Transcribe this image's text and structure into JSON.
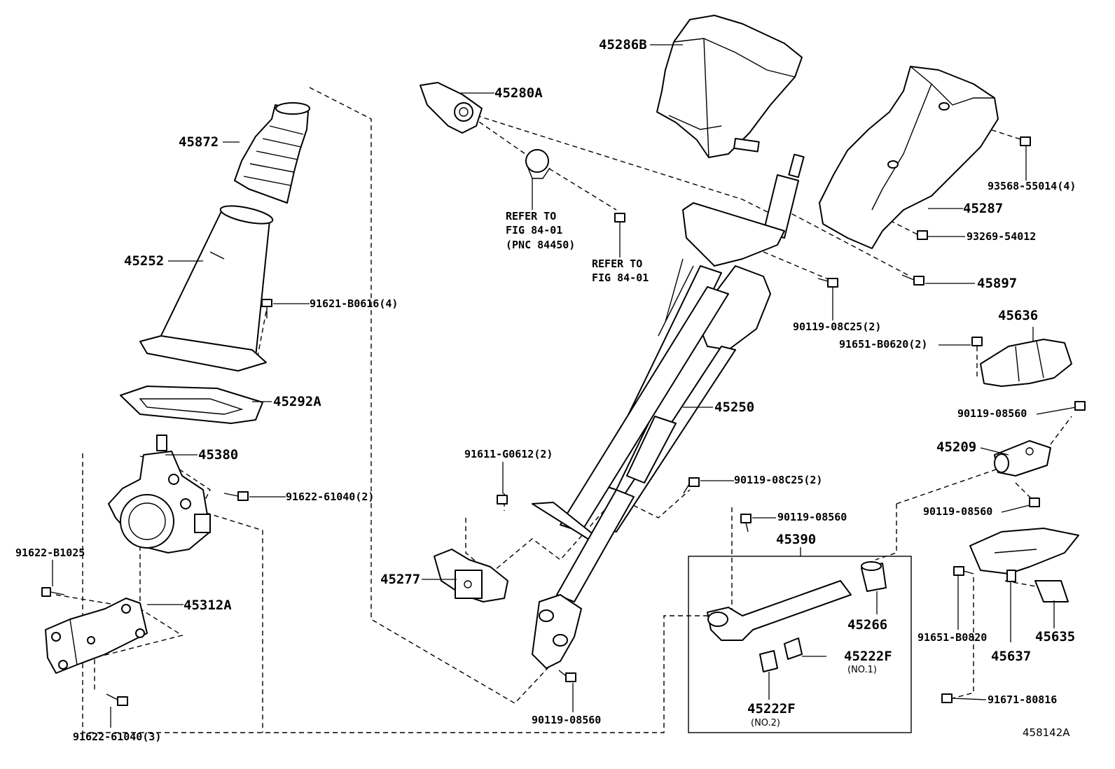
{
  "callouts": {
    "p45286b": "45286B",
    "p45280a": "45280A",
    "p45872": "45872",
    "p45252": "45252",
    "p91621_b0616": "91621-B0616(4)",
    "p45292a": "45292A",
    "p45380": "45380",
    "p91622_61040_2": "91622-61040(2)",
    "p91622_b1025": "91622-B1025",
    "p45312a": "45312A",
    "p91622_61040_3": "91622-61040(3)",
    "refer1_line1": "REFER TO",
    "refer1_line2": "FIG 84-01",
    "refer1_line3": "(PNC 84450)",
    "refer2_line1": "REFER TO",
    "refer2_line2": "FIG 84-01",
    "p91611_g0612": "91611-G0612(2)",
    "p45277": "45277",
    "p45250": "45250",
    "p90119_08c25_2_a": "90119-08C25(2)",
    "p90119_08c25_2_b": "90119-08C25(2)",
    "p90119_08560_a": "90119-08560",
    "p90119_08560_b": "90119-08560",
    "p90119_08560_c": "90119-08560",
    "p90119_08560_d": "90119-08560",
    "p45390": "45390",
    "p45266": "45266",
    "p45222f_1": "45222F",
    "p45222f_1_note": "(NO.1)",
    "p45222f_2": "45222F",
    "p45222f_2_note": "(NO.2)",
    "p93568_55014": "93568-55014(4)",
    "p45287": "45287",
    "p93269_54012": "93269-54012",
    "p45897": "45897",
    "p45636": "45636",
    "p91651_b0620": "91651-B0620(2)",
    "p45209": "45209",
    "p91651_b0820": "91651-B0820",
    "p45637": "45637",
    "p45635": "45635",
    "p91671_80816": "91671-80816",
    "diagram_id": "458142A"
  }
}
